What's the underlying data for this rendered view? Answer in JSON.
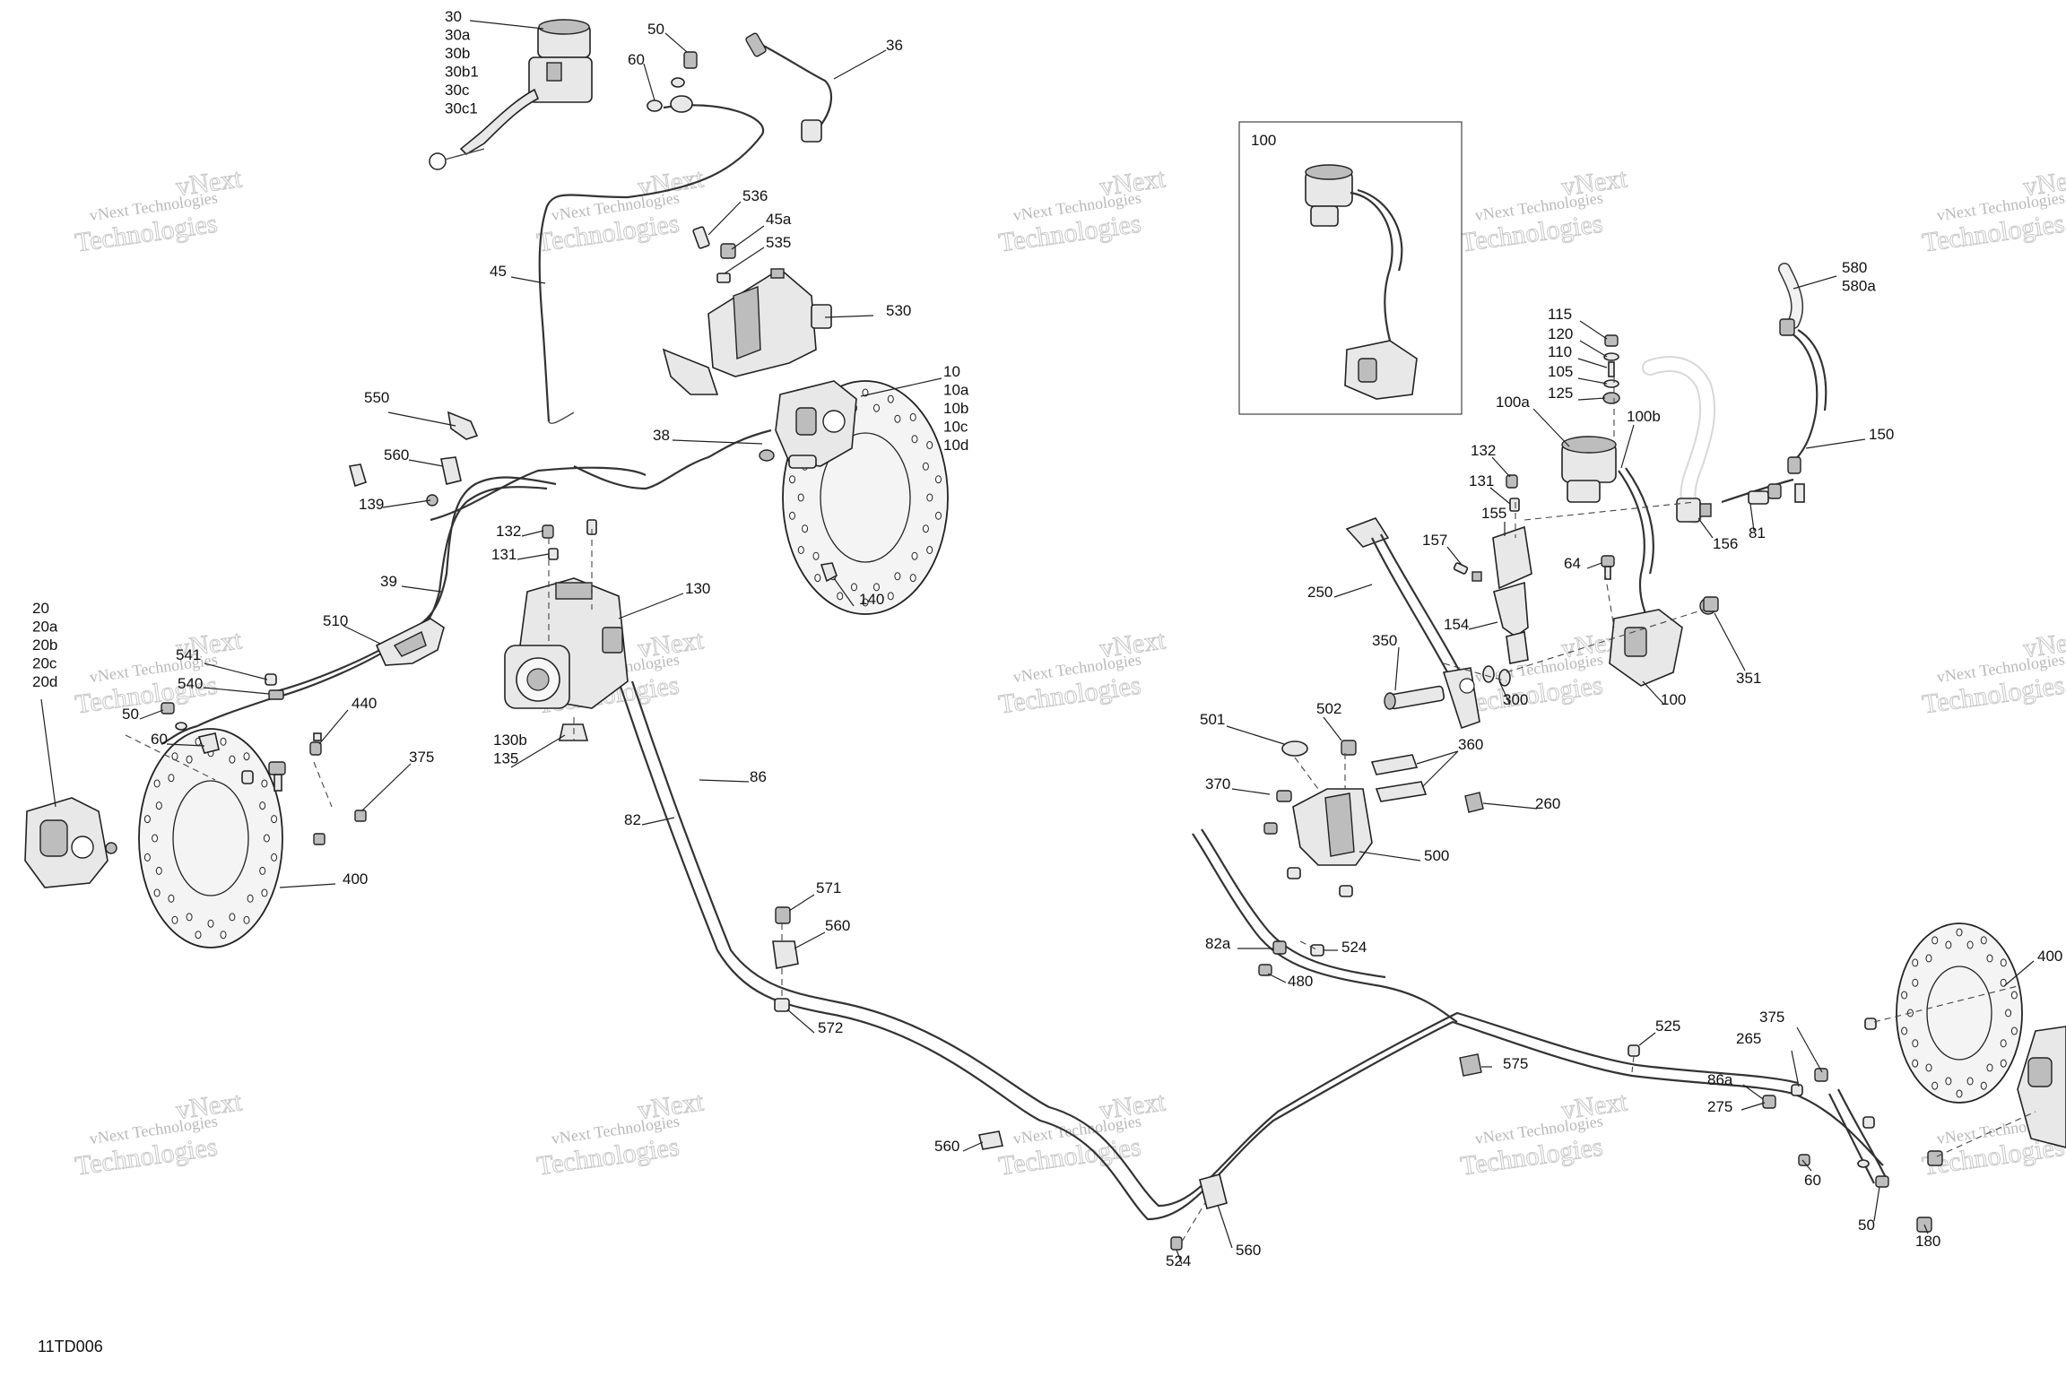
{
  "diagram_code": "11TD006",
  "watermark": {
    "line1": "vNext Technologies",
    "line2": "Technologies",
    "alt_line": "vNext"
  },
  "inset_label": "100",
  "callouts": [
    {
      "id": "c-30",
      "lines": [
        "30",
        "30a",
        "30b",
        "30b1",
        "30c",
        "30c1"
      ]
    },
    {
      "id": "c-50a",
      "lines": [
        "50"
      ]
    },
    {
      "id": "c-60a",
      "lines": [
        "60"
      ]
    },
    {
      "id": "c-36",
      "lines": [
        "36"
      ]
    },
    {
      "id": "c-536",
      "lines": [
        "536"
      ]
    },
    {
      "id": "c-45a",
      "lines": [
        "45a"
      ]
    },
    {
      "id": "c-535",
      "lines": [
        "535"
      ]
    },
    {
      "id": "c-45",
      "lines": [
        "45"
      ]
    },
    {
      "id": "c-530",
      "lines": [
        "530"
      ]
    },
    {
      "id": "c-10",
      "lines": [
        "10",
        "10a",
        "10b",
        "10c",
        "10d"
      ]
    },
    {
      "id": "c-38",
      "lines": [
        "38"
      ]
    },
    {
      "id": "c-550",
      "lines": [
        "550"
      ]
    },
    {
      "id": "c-560a",
      "lines": [
        "560"
      ]
    },
    {
      "id": "c-139",
      "lines": [
        "139"
      ]
    },
    {
      "id": "c-132a",
      "lines": [
        "132"
      ]
    },
    {
      "id": "c-131a",
      "lines": [
        "131"
      ]
    },
    {
      "id": "c-130",
      "lines": [
        "130"
      ]
    },
    {
      "id": "c-140",
      "lines": [
        "140"
      ]
    },
    {
      "id": "c-39",
      "lines": [
        "39"
      ]
    },
    {
      "id": "c-510",
      "lines": [
        "510"
      ]
    },
    {
      "id": "c-541",
      "lines": [
        "541"
      ]
    },
    {
      "id": "c-540",
      "lines": [
        "540"
      ]
    },
    {
      "id": "c-20",
      "lines": [
        "20",
        "20a",
        "20b",
        "20c",
        "20d"
      ]
    },
    {
      "id": "c-50b",
      "lines": [
        "50"
      ]
    },
    {
      "id": "c-60b",
      "lines": [
        "60"
      ]
    },
    {
      "id": "c-440",
      "lines": [
        "440"
      ]
    },
    {
      "id": "c-130b",
      "lines": [
        "130b",
        "135"
      ]
    },
    {
      "id": "c-375a",
      "lines": [
        "375"
      ]
    },
    {
      "id": "c-86a",
      "lines": [
        "86"
      ]
    },
    {
      "id": "c-82",
      "lines": [
        "82"
      ]
    },
    {
      "id": "c-400a",
      "lines": [
        "400"
      ]
    },
    {
      "id": "c-571",
      "lines": [
        "571"
      ]
    },
    {
      "id": "c-560b",
      "lines": [
        "560"
      ]
    },
    {
      "id": "c-572",
      "lines": [
        "572"
      ]
    },
    {
      "id": "c-560c",
      "lines": [
        "560"
      ]
    },
    {
      "id": "c-524a",
      "lines": [
        "524"
      ]
    },
    {
      "id": "c-560d",
      "lines": [
        "560"
      ]
    },
    {
      "id": "c-580",
      "lines": [
        "580",
        "580a"
      ]
    },
    {
      "id": "c-115",
      "lines": [
        "115"
      ]
    },
    {
      "id": "c-120",
      "lines": [
        "120"
      ]
    },
    {
      "id": "c-110",
      "lines": [
        "110"
      ]
    },
    {
      "id": "c-105",
      "lines": [
        "105"
      ]
    },
    {
      "id": "c-125",
      "lines": [
        "125"
      ]
    },
    {
      "id": "c-100a",
      "lines": [
        "100a"
      ]
    },
    {
      "id": "c-100b",
      "lines": [
        "100b"
      ]
    },
    {
      "id": "c-150",
      "lines": [
        "150"
      ]
    },
    {
      "id": "c-132b",
      "lines": [
        "132"
      ]
    },
    {
      "id": "c-131b",
      "lines": [
        "131"
      ]
    },
    {
      "id": "c-155",
      "lines": [
        "155"
      ]
    },
    {
      "id": "c-157",
      "lines": [
        "157"
      ]
    },
    {
      "id": "c-64",
      "lines": [
        "64"
      ]
    },
    {
      "id": "c-156",
      "lines": [
        "156"
      ]
    },
    {
      "id": "c-81",
      "lines": [
        "81"
      ]
    },
    {
      "id": "c-250",
      "lines": [
        "250"
      ]
    },
    {
      "id": "c-154",
      "lines": [
        "154"
      ]
    },
    {
      "id": "c-350",
      "lines": [
        "350"
      ]
    },
    {
      "id": "c-300",
      "lines": [
        "300"
      ]
    },
    {
      "id": "c-100",
      "lines": [
        "100"
      ]
    },
    {
      "id": "c-351",
      "lines": [
        "351"
      ]
    },
    {
      "id": "c-501",
      "lines": [
        "501"
      ]
    },
    {
      "id": "c-502",
      "lines": [
        "502"
      ]
    },
    {
      "id": "c-360",
      "lines": [
        "360"
      ]
    },
    {
      "id": "c-370",
      "lines": [
        "370"
      ]
    },
    {
      "id": "c-260",
      "lines": [
        "260"
      ]
    },
    {
      "id": "c-500",
      "lines": [
        "500"
      ]
    },
    {
      "id": "c-82a",
      "lines": [
        "82a"
      ]
    },
    {
      "id": "c-524b",
      "lines": [
        "524"
      ]
    },
    {
      "id": "c-480",
      "lines": [
        "480"
      ]
    },
    {
      "id": "c-525",
      "lines": [
        "525"
      ]
    },
    {
      "id": "c-575",
      "lines": [
        "575"
      ]
    },
    {
      "id": "c-375b",
      "lines": [
        "375"
      ]
    },
    {
      "id": "c-265",
      "lines": [
        "265"
      ]
    },
    {
      "id": "c-86b",
      "lines": [
        "86a"
      ]
    },
    {
      "id": "c-275",
      "lines": [
        "275"
      ]
    },
    {
      "id": "c-400b",
      "lines": [
        "400"
      ]
    },
    {
      "id": "c-60c",
      "lines": [
        "60"
      ]
    },
    {
      "id": "c-50c",
      "lines": [
        "50"
      ]
    },
    {
      "id": "c-180",
      "lines": [
        "180"
      ]
    }
  ]
}
